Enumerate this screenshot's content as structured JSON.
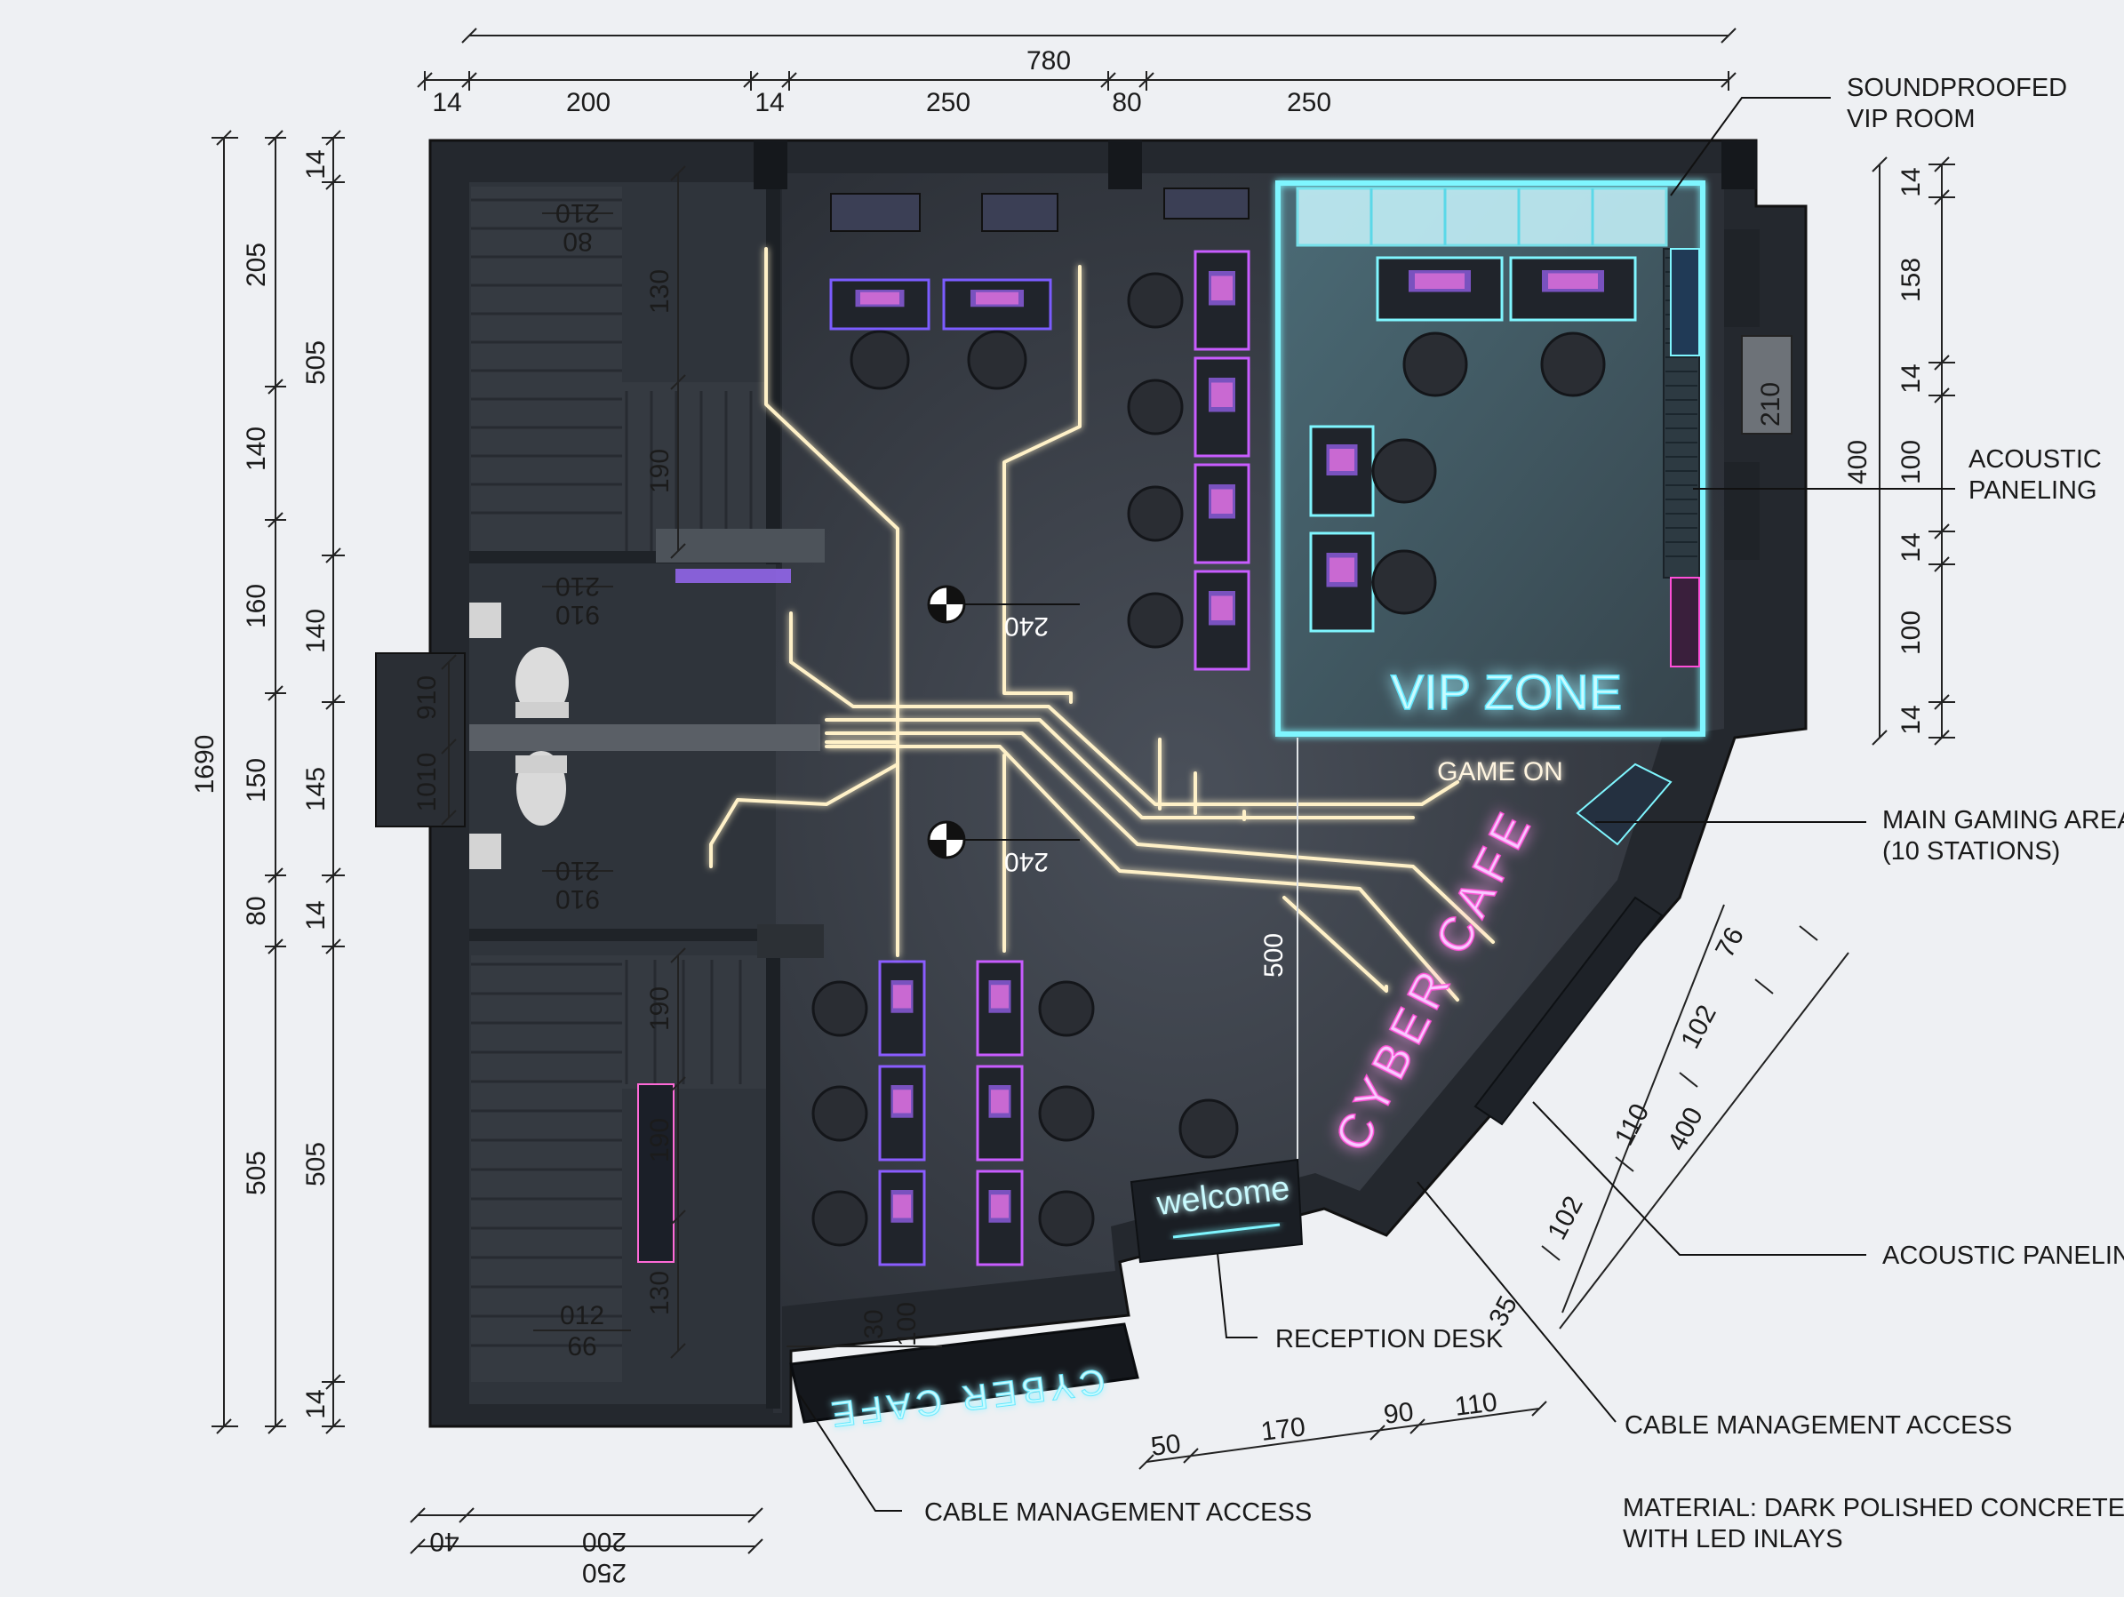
{
  "dimensions": {
    "top_total": "780",
    "top_segments": [
      "14",
      "200",
      "14",
      "250",
      "80",
      "250"
    ],
    "left_total": "1690",
    "left_outer": [
      "205",
      "140",
      "160",
      "150",
      "80",
      "505"
    ],
    "left_inner": [
      "14",
      "505",
      "140",
      "145",
      "14",
      "505",
      "14"
    ],
    "left_stair_top": [
      "130",
      "190"
    ],
    "left_stair_bottom": [
      "190",
      "190",
      "130"
    ],
    "door_labels_top": [
      "210",
      "80"
    ],
    "door_labels_wc_top": [
      "210",
      "910"
    ],
    "door_labels_wc_bottom": [
      "210",
      "910"
    ],
    "door_labels_bottom": [
      "012",
      "66"
    ],
    "wc_door": [
      "910",
      "1010"
    ],
    "center_markers": [
      "240",
      "240"
    ],
    "center_vertical": "500",
    "right_side": [
      "14",
      "158",
      "14",
      "100",
      "14",
      "100",
      "14"
    ],
    "right_total": "400",
    "window_label": "210",
    "diag_outer": [
      "76",
      "102",
      "110",
      "102",
      "35"
    ],
    "diag_total": "400",
    "bottom_right": [
      "50",
      "170",
      "90",
      "110"
    ],
    "bottom_left_total": "250",
    "bottom_left_segments": [
      "40",
      "200"
    ],
    "bottom_step": [
      "30",
      "100"
    ]
  },
  "callouts": {
    "vip_room": "SOUNDPROOFED\nVIP ROOM",
    "acoustic_top": "ACOUSTIC\nPANELING",
    "main_gaming": "MAIN GAMING AREA\n(10 STATIONS)",
    "acoustic_bottom": "ACOUSTIC PANELING",
    "reception": "RECEPTION DESK",
    "cable_right": "CABLE MANAGEMENT ACCESS",
    "cable_left": "CABLE MANAGEMENT ACCESS",
    "material": "MATERIAL: DARK POLISHED CONCRETE\nWITH LED INLAYS"
  },
  "signage": {
    "vip_zone": "VIP ZONE",
    "game_on": "GAME ON",
    "cyber_cafe_diag": "CYBER CAFE",
    "cyber_cafe_bottom": "CYBER CAFE",
    "welcome": "welcome"
  },
  "colors": {
    "wall": "#2b2f36",
    "floor": "#3a3f47",
    "neon_cyan": "#6ff3ff",
    "neon_pink": "#ff4fd8",
    "led_strip": "#fff1c8"
  }
}
